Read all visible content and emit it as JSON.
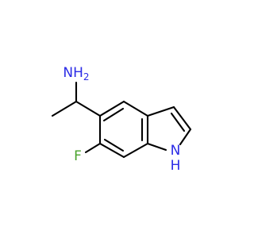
{
  "molecule": {
    "atoms": {
      "nh2": {
        "text": "NH",
        "sub": "2",
        "color": "#2b2be6"
      },
      "f": {
        "text": "F",
        "color": "#4aa32d"
      },
      "nh": {
        "text": "N",
        "h": "H",
        "color": "#2b2be6"
      }
    },
    "colors": {
      "bond": "#000000"
    }
  }
}
